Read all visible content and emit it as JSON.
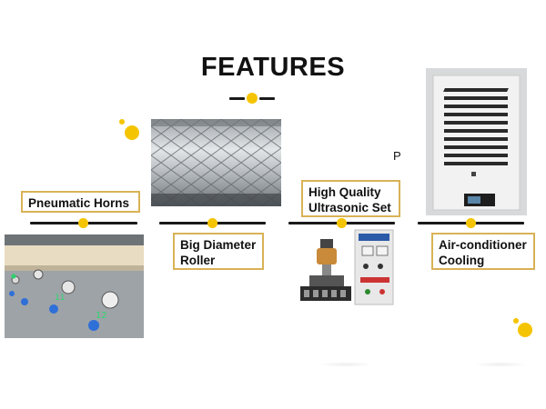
{
  "header": {
    "title": "FEATURES"
  },
  "annotation": {
    "text": "P"
  },
  "features": [
    {
      "label_lines": [
        "Pneumatic Horns"
      ]
    },
    {
      "label_lines": [
        "Big Diameter",
        "Roller"
      ]
    },
    {
      "label_lines": [
        "High Quality",
        "Ultrasonic Set"
      ]
    },
    {
      "label_lines": [
        "Air-conditioner",
        "Cooling"
      ]
    }
  ],
  "horns_photo": {
    "numbers": [
      "11",
      "12"
    ]
  },
  "colors": {
    "accent": "#f5c400",
    "border": "#d9b257",
    "line": "#1a1a1a"
  },
  "icons": [
    "pneumatic-horns-photo",
    "roller-photo",
    "ultrasonic-set-photo",
    "air-conditioner-photo"
  ]
}
